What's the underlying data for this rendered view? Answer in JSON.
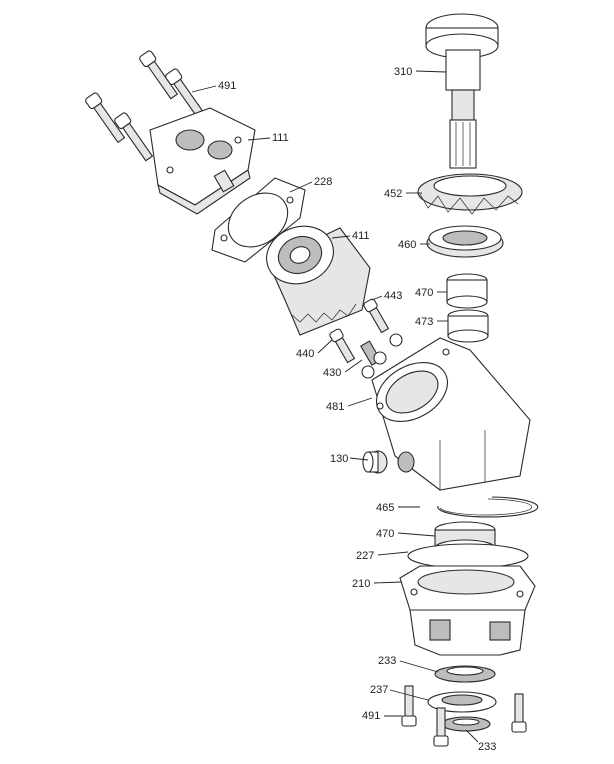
{
  "diagram": {
    "callouts": [
      {
        "id": "c491a",
        "text": "491"
      },
      {
        "id": "c111",
        "text": "111"
      },
      {
        "id": "c310",
        "text": "310"
      },
      {
        "id": "c228",
        "text": "228"
      },
      {
        "id": "c452",
        "text": "452"
      },
      {
        "id": "c411",
        "text": "411"
      },
      {
        "id": "c460",
        "text": "460"
      },
      {
        "id": "c443",
        "text": "443"
      },
      {
        "id": "c470a",
        "text": "470"
      },
      {
        "id": "c473",
        "text": "473"
      },
      {
        "id": "c440",
        "text": "440"
      },
      {
        "id": "c430",
        "text": "430"
      },
      {
        "id": "c481",
        "text": "481"
      },
      {
        "id": "c130",
        "text": "130"
      },
      {
        "id": "c465",
        "text": "465"
      },
      {
        "id": "c470b",
        "text": "470"
      },
      {
        "id": "c227",
        "text": "227"
      },
      {
        "id": "c210",
        "text": "210"
      },
      {
        "id": "c233a",
        "text": "233"
      },
      {
        "id": "c237",
        "text": "237"
      },
      {
        "id": "c491b",
        "text": "491"
      },
      {
        "id": "c233b",
        "text": "233"
      }
    ]
  }
}
